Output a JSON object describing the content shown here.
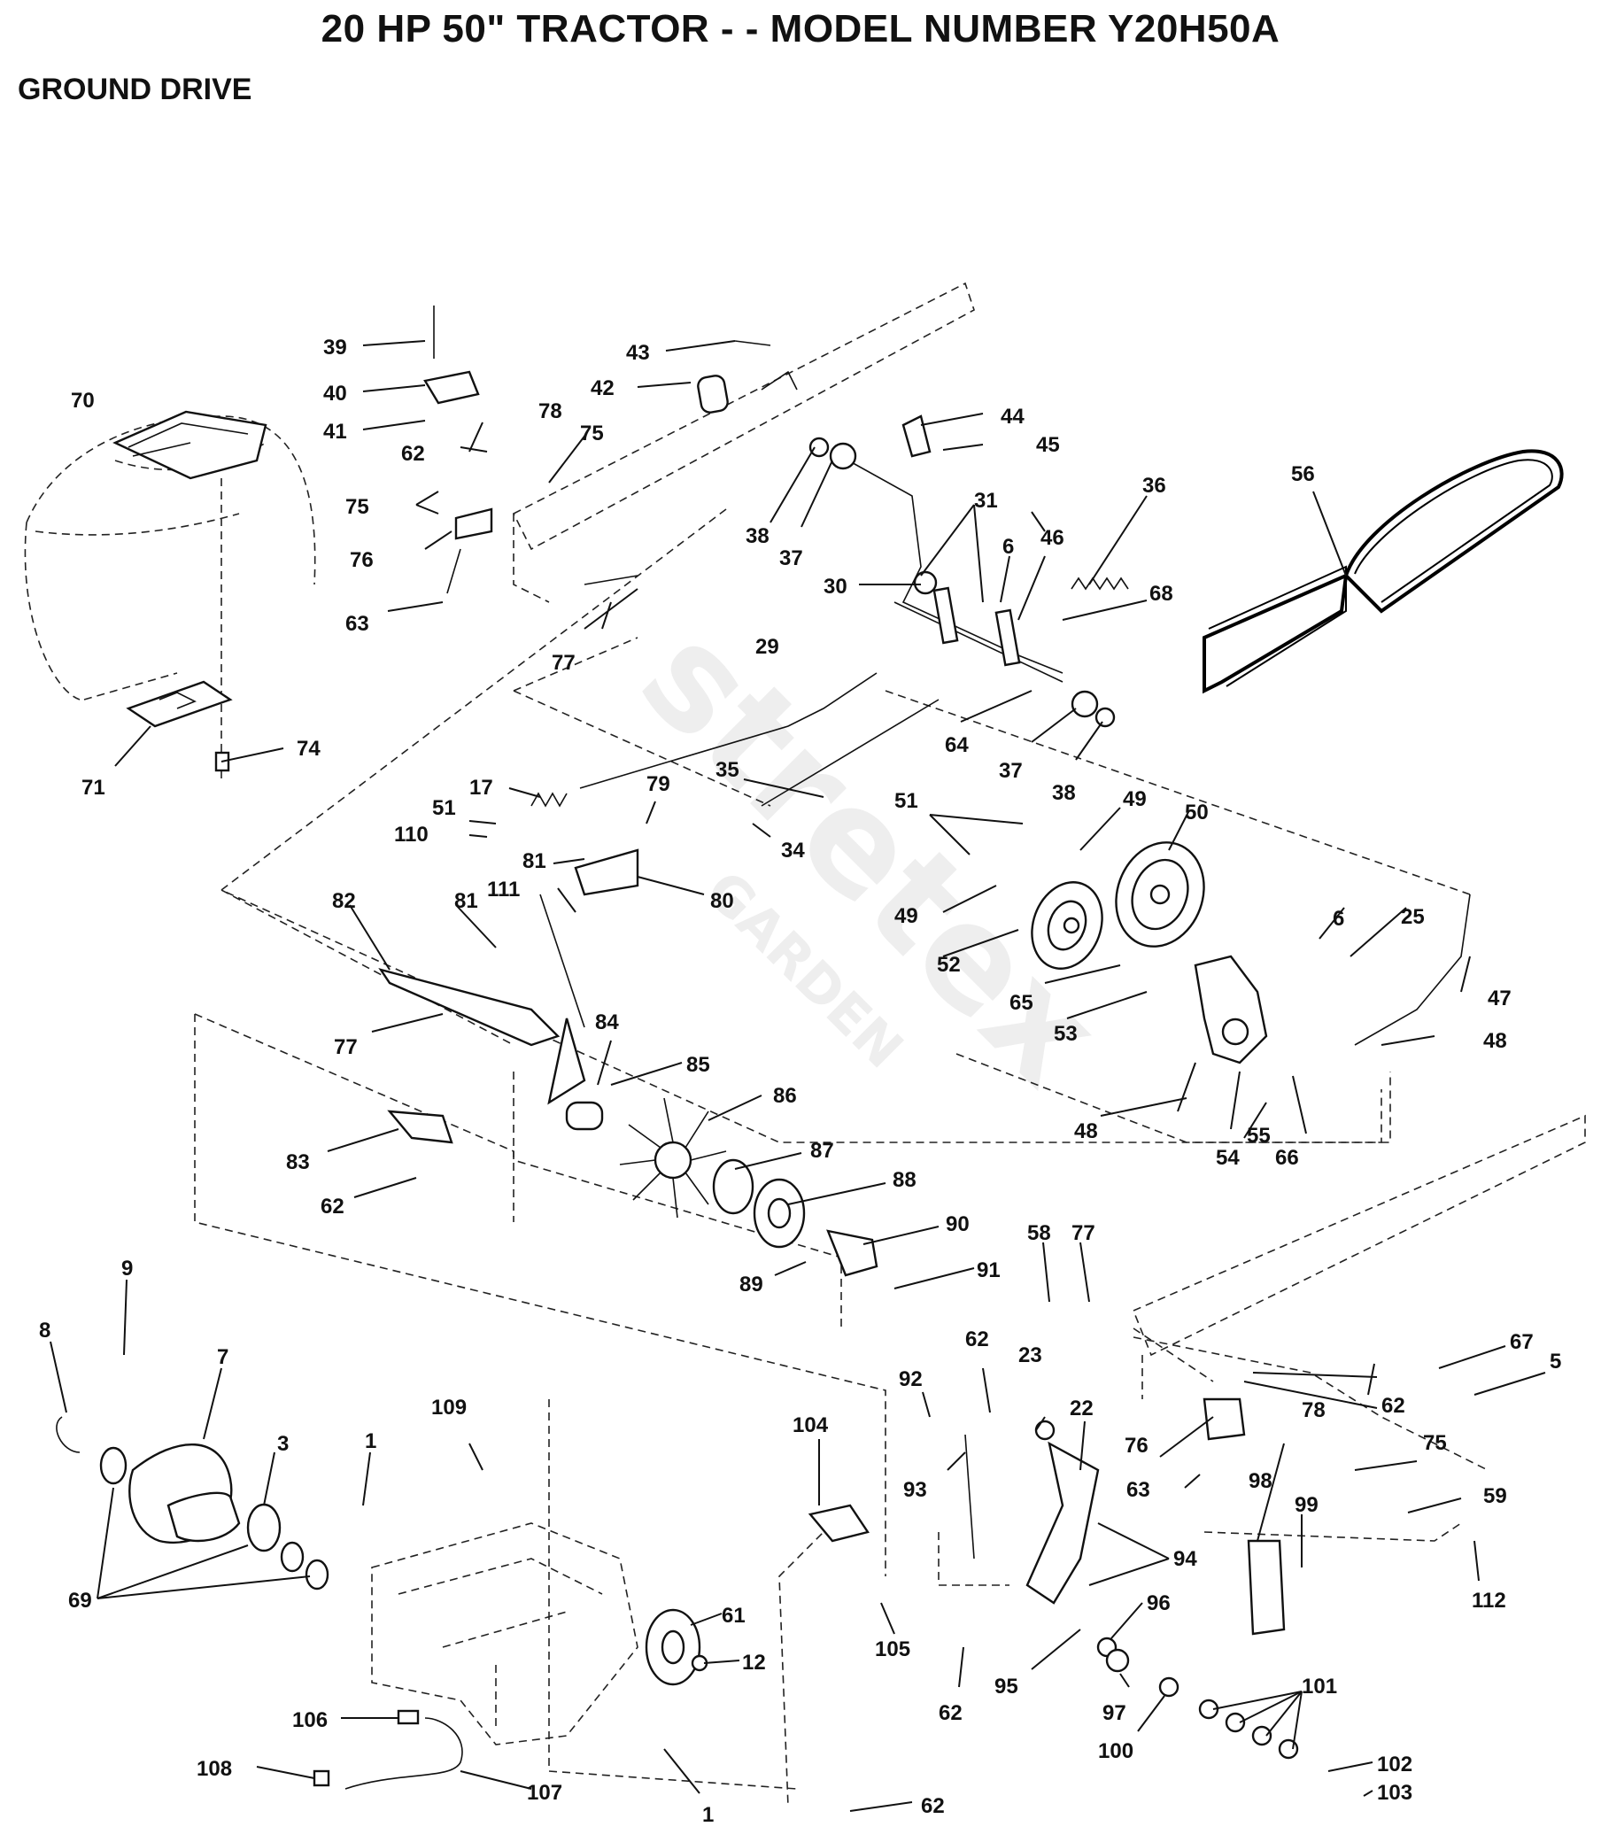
{
  "page": {
    "title": "20 HP 50\" TRACTOR - - MODEL NUMBER Y20H50A",
    "section": "GROUND DRIVE"
  },
  "watermark": {
    "brand": "stretex",
    "sub": "GARDEN"
  },
  "callouts": [
    {
      "id": "c-39",
      "label": "39"
    },
    {
      "id": "c-40",
      "label": "40"
    },
    {
      "id": "c-41",
      "label": "41"
    },
    {
      "id": "c-43",
      "label": "43"
    },
    {
      "id": "c-42",
      "label": "42"
    },
    {
      "id": "c-70",
      "label": "70"
    },
    {
      "id": "c-78a",
      "label": "78"
    },
    {
      "id": "c-62a",
      "label": "62"
    },
    {
      "id": "c-75a",
      "label": "75"
    },
    {
      "id": "c-44",
      "label": "44"
    },
    {
      "id": "c-45",
      "label": "45"
    },
    {
      "id": "c-75b",
      "label": "75"
    },
    {
      "id": "c-76a",
      "label": "76"
    },
    {
      "id": "c-38a",
      "label": "38"
    },
    {
      "id": "c-37a",
      "label": "37"
    },
    {
      "id": "c-31",
      "label": "31"
    },
    {
      "id": "c-36",
      "label": "36"
    },
    {
      "id": "c-56",
      "label": "56"
    },
    {
      "id": "c-6a",
      "label": "6"
    },
    {
      "id": "c-46",
      "label": "46"
    },
    {
      "id": "c-30",
      "label": "30"
    },
    {
      "id": "c-68",
      "label": "68"
    },
    {
      "id": "c-63a",
      "label": "63"
    },
    {
      "id": "c-77a",
      "label": "77"
    },
    {
      "id": "c-29",
      "label": "29"
    },
    {
      "id": "c-64",
      "label": "64"
    },
    {
      "id": "c-37b",
      "label": "37"
    },
    {
      "id": "c-38b",
      "label": "38"
    },
    {
      "id": "c-74",
      "label": "74"
    },
    {
      "id": "c-71",
      "label": "71"
    },
    {
      "id": "c-35",
      "label": "35"
    },
    {
      "id": "c-17",
      "label": "17"
    },
    {
      "id": "c-79",
      "label": "79"
    },
    {
      "id": "c-34",
      "label": "34"
    },
    {
      "id": "c-51a",
      "label": "51"
    },
    {
      "id": "c-110",
      "label": "110"
    },
    {
      "id": "c-51b",
      "label": "51"
    },
    {
      "id": "c-49a",
      "label": "49"
    },
    {
      "id": "c-50",
      "label": "50"
    },
    {
      "id": "c-81a",
      "label": "81"
    },
    {
      "id": "c-111",
      "label": "111"
    },
    {
      "id": "c-80",
      "label": "80"
    },
    {
      "id": "c-82",
      "label": "82"
    },
    {
      "id": "c-81b",
      "label": "81"
    },
    {
      "id": "c-49b",
      "label": "49"
    },
    {
      "id": "c-6b",
      "label": "6"
    },
    {
      "id": "c-25",
      "label": "25"
    },
    {
      "id": "c-52",
      "label": "52"
    },
    {
      "id": "c-47",
      "label": "47"
    },
    {
      "id": "c-65",
      "label": "65"
    },
    {
      "id": "c-53",
      "label": "53"
    },
    {
      "id": "c-77b",
      "label": "77"
    },
    {
      "id": "c-84",
      "label": "84"
    },
    {
      "id": "c-48a",
      "label": "48"
    },
    {
      "id": "c-85",
      "label": "85"
    },
    {
      "id": "c-86",
      "label": "86"
    },
    {
      "id": "c-48b",
      "label": "48"
    },
    {
      "id": "c-55",
      "label": "55"
    },
    {
      "id": "c-54",
      "label": "54"
    },
    {
      "id": "c-66",
      "label": "66"
    },
    {
      "id": "c-83",
      "label": "83"
    },
    {
      "id": "c-87",
      "label": "87"
    },
    {
      "id": "c-62b",
      "label": "62"
    },
    {
      "id": "c-88",
      "label": "88"
    },
    {
      "id": "c-90",
      "label": "90"
    },
    {
      "id": "c-58",
      "label": "58"
    },
    {
      "id": "c-77c",
      "label": "77"
    },
    {
      "id": "c-89",
      "label": "89"
    },
    {
      "id": "c-91",
      "label": "91"
    },
    {
      "id": "c-9",
      "label": "9"
    },
    {
      "id": "c-8",
      "label": "8"
    },
    {
      "id": "c-7",
      "label": "7"
    },
    {
      "id": "c-62c",
      "label": "62"
    },
    {
      "id": "c-67",
      "label": "67"
    },
    {
      "id": "c-23",
      "label": "23"
    },
    {
      "id": "c-5",
      "label": "5"
    },
    {
      "id": "c-92",
      "label": "92"
    },
    {
      "id": "c-62d",
      "label": "62"
    },
    {
      "id": "c-78b",
      "label": "78"
    },
    {
      "id": "c-109",
      "label": "109"
    },
    {
      "id": "c-22",
      "label": "22"
    },
    {
      "id": "c-104",
      "label": "104"
    },
    {
      "id": "c-3",
      "label": "3"
    },
    {
      "id": "c-76b",
      "label": "76"
    },
    {
      "id": "c-75c",
      "label": "75"
    },
    {
      "id": "c-93",
      "label": "93"
    },
    {
      "id": "c-63b",
      "label": "63"
    },
    {
      "id": "c-98",
      "label": "98"
    },
    {
      "id": "c-99",
      "label": "99"
    },
    {
      "id": "c-59",
      "label": "59"
    },
    {
      "id": "c-1a",
      "label": "1"
    },
    {
      "id": "c-69",
      "label": "69"
    },
    {
      "id": "c-94",
      "label": "94"
    },
    {
      "id": "c-61",
      "label": "61"
    },
    {
      "id": "c-96",
      "label": "96"
    },
    {
      "id": "c-112",
      "label": "112"
    },
    {
      "id": "c-105",
      "label": "105"
    },
    {
      "id": "c-12",
      "label": "12"
    },
    {
      "id": "c-62e",
      "label": "62"
    },
    {
      "id": "c-95",
      "label": "95"
    },
    {
      "id": "c-97",
      "label": "97"
    },
    {
      "id": "c-101",
      "label": "101"
    },
    {
      "id": "c-100",
      "label": "100"
    },
    {
      "id": "c-106",
      "label": "106"
    },
    {
      "id": "c-102",
      "label": "102"
    },
    {
      "id": "c-108",
      "label": "108"
    },
    {
      "id": "c-107",
      "label": "107"
    },
    {
      "id": "c-103",
      "label": "103"
    },
    {
      "id": "c-1b",
      "label": "1"
    },
    {
      "id": "c-62f",
      "label": "62"
    }
  ]
}
